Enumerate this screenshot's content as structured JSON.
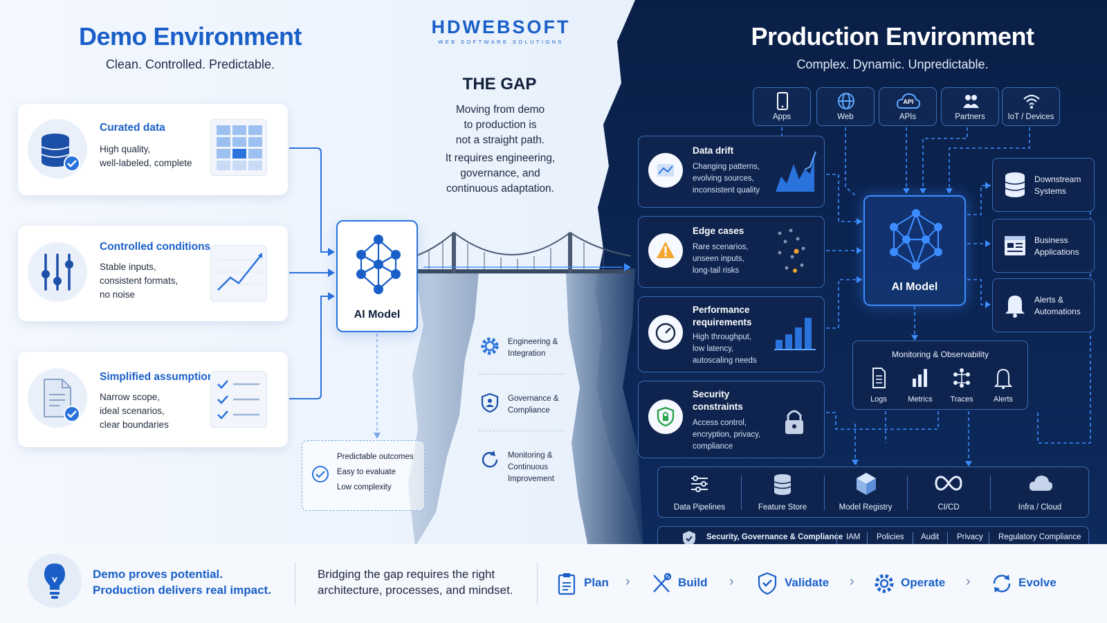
{
  "logo": {
    "text": "HDWEBSOFT",
    "tagline": "WEB SOFTWARE SOLUTIONS"
  },
  "demo": {
    "title": "Demo Environment",
    "subtitle": "Clean. Controlled. Predictable.",
    "cards": [
      {
        "title": "Curated data",
        "lines": [
          "High quality,",
          "well-labeled, complete"
        ]
      },
      {
        "title": "Controlled conditions",
        "lines": [
          "Stable inputs,",
          "consistent formats,",
          "no noise"
        ]
      },
      {
        "title": "Simplified assumptions",
        "lines": [
          "Narrow scope,",
          "ideal scenarios,",
          "clear boundaries"
        ]
      }
    ],
    "model_label": "AI Model",
    "outcomes": [
      "Predictable outcomes",
      "Easy to evaluate",
      "Low complexity"
    ]
  },
  "gap": {
    "title": "THE GAP",
    "lines1": [
      "Moving from demo",
      "to production is",
      "not a straight path."
    ],
    "lines2": [
      "It requires engineering,",
      "governance, and",
      "continuous adaptation."
    ],
    "items": [
      {
        "line1": "Engineering &",
        "line2": "Integration",
        "icon": "gear-icon"
      },
      {
        "line1": "Governance &",
        "line2": "Compliance",
        "icon": "shield-person-icon"
      },
      {
        "line1": "Monitoring &",
        "line2": "Continuous Improvement",
        "icon": "cycle-icon"
      }
    ]
  },
  "production": {
    "title": "Production Environment",
    "subtitle": "Complex. Dynamic. Unpredictable.",
    "sources": [
      "Apps",
      "Web",
      "APIs",
      "Partners",
      "IoT / Devices"
    ],
    "api_badge": "API",
    "challenges": [
      {
        "title": [
          "Data drift"
        ],
        "lines": [
          "Changing patterns,",
          "evolving sources,",
          "inconsistent quality"
        ]
      },
      {
        "title": [
          "Edge cases"
        ],
        "lines": [
          "Rare scenarios,",
          "unseen inputs,",
          "long-tail risks"
        ]
      },
      {
        "title": [
          "Performance",
          "requirements"
        ],
        "lines": [
          "High throughput,",
          "low latency,",
          "autoscaling needs"
        ]
      },
      {
        "title": [
          "Security",
          "constraints"
        ],
        "lines": [
          "Access control,",
          "encryption, privacy,",
          "compliance"
        ]
      }
    ],
    "model_label": "AI Model",
    "outputs": [
      {
        "line1": "Downstream",
        "line2": "Systems"
      },
      {
        "line1": "Business",
        "line2": "Applications"
      },
      {
        "line1": "Alerts &",
        "line2": "Automations"
      }
    ],
    "monitoring": {
      "title": "Monitoring & Observability",
      "items": [
        "Logs",
        "Metrics",
        "Traces",
        "Alerts"
      ]
    },
    "infra": [
      "Data Pipelines",
      "Feature Store",
      "Model Registry",
      "CI/CD",
      "Infra / Cloud"
    ],
    "security_bar": {
      "title": "Security, Governance & Compliance",
      "items": [
        "IAM",
        "Policies",
        "Audit",
        "Privacy",
        "Regulatory Compliance"
      ]
    }
  },
  "bottom": {
    "lead": [
      "Demo proves potential.",
      "Production delivers real impact."
    ],
    "middle": [
      "Bridging the gap requires the right",
      "architecture, processes, and mindset."
    ],
    "steps": [
      "Plan",
      "Build",
      "Validate",
      "Operate",
      "Evolve"
    ]
  },
  "colors": {
    "accent": "#1a5fc8",
    "dark_bg": "#0c2452",
    "line": "#3d8cff"
  }
}
